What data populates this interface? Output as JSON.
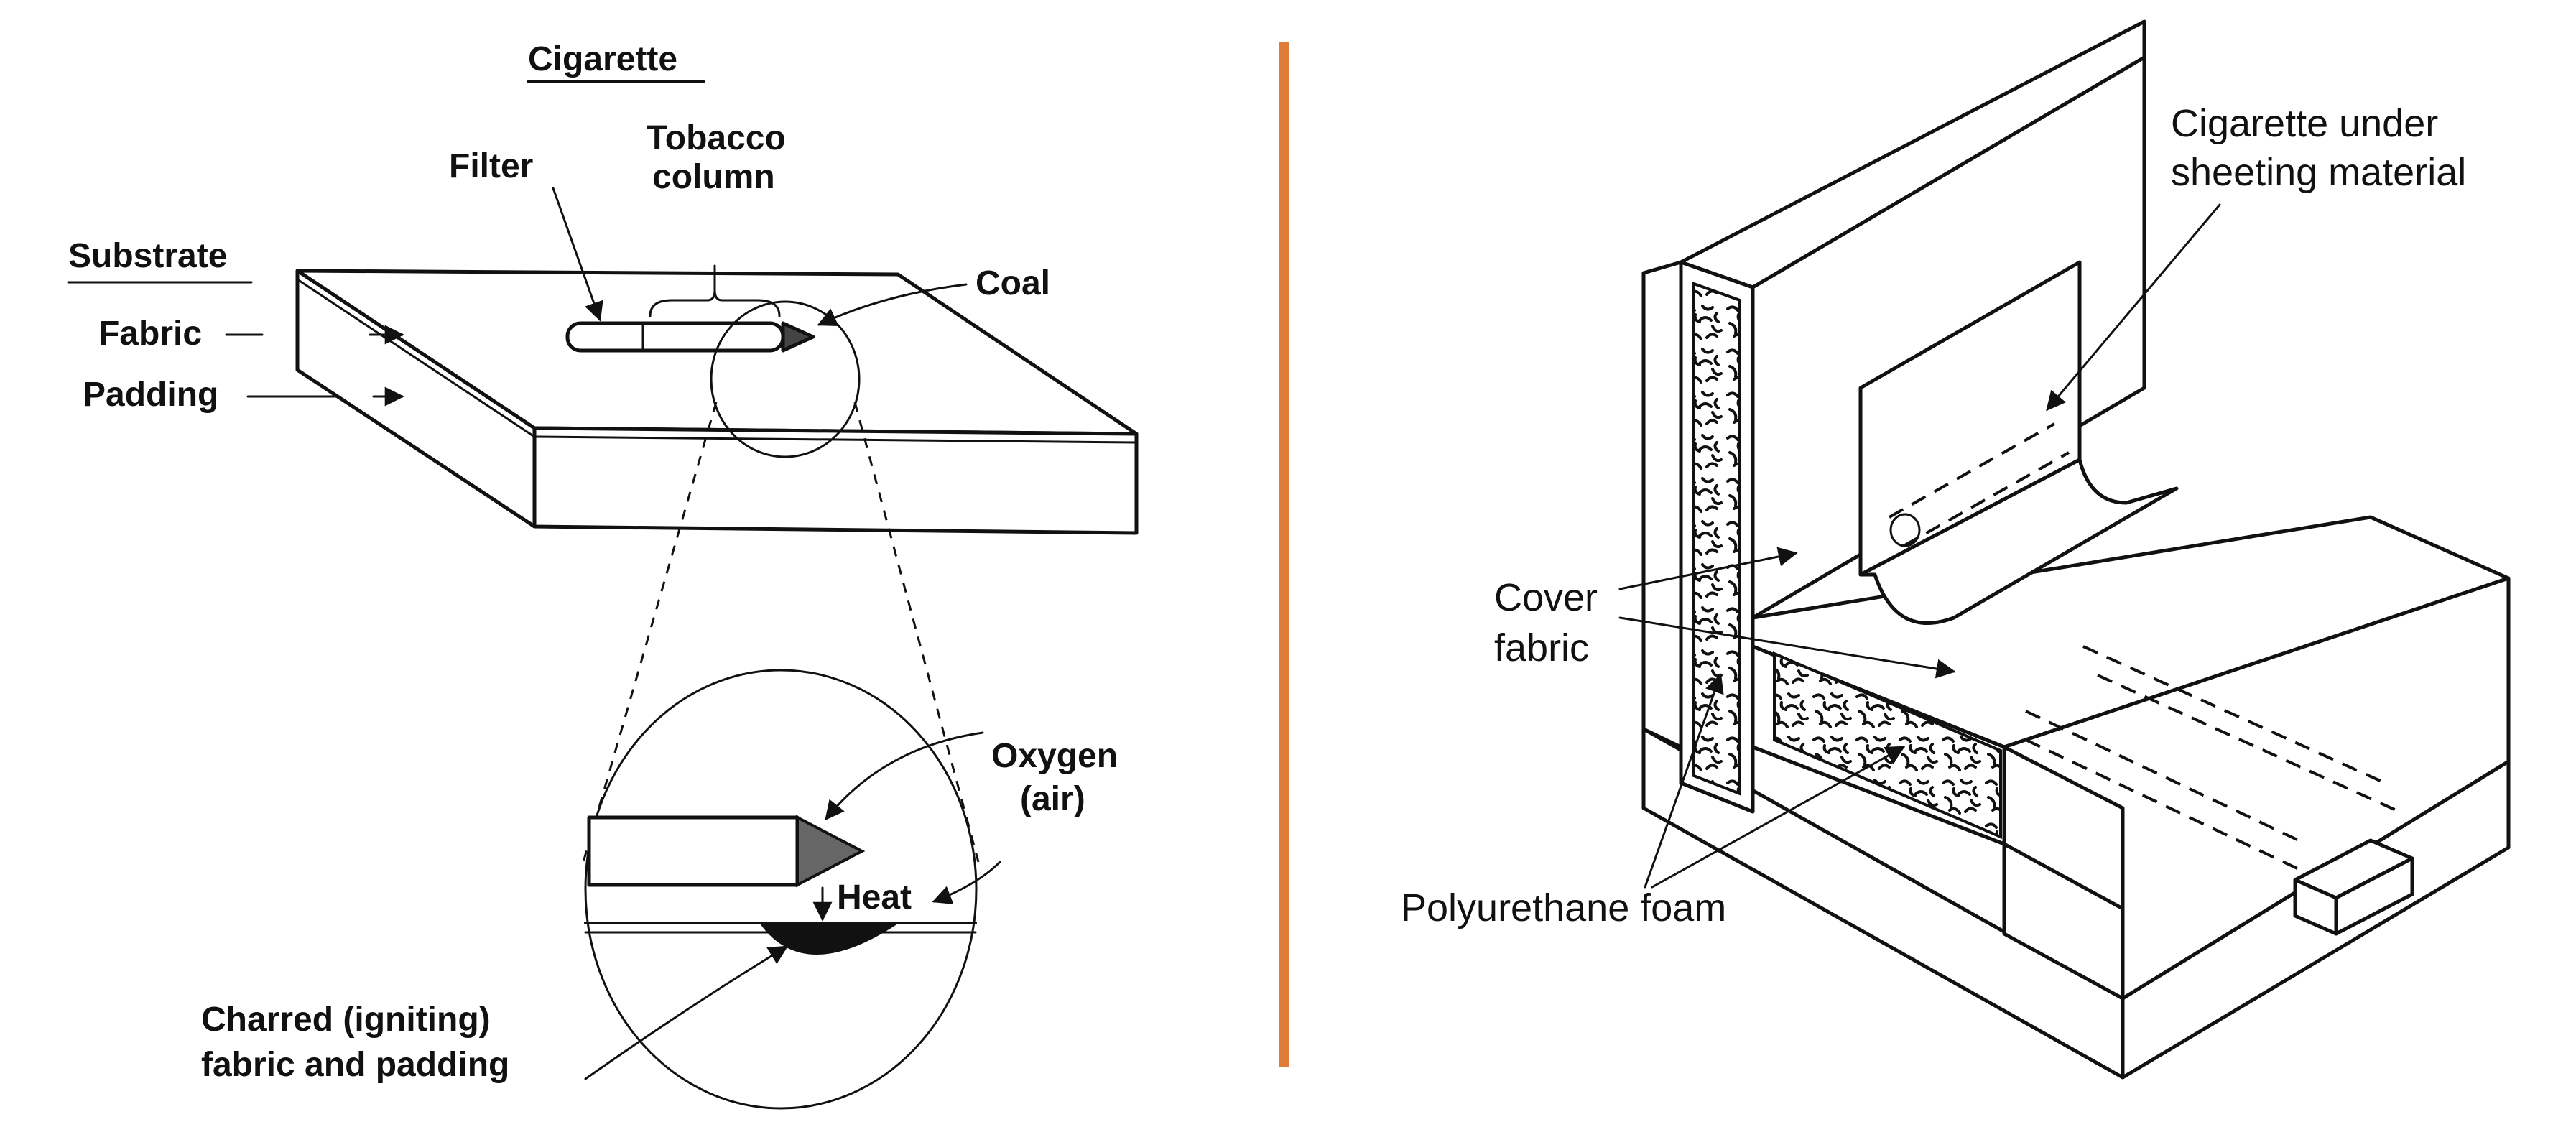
{
  "left_panel": {
    "title": "Cigarette",
    "labels": {
      "filter": "Filter",
      "tobacco_line1": "Tobacco",
      "tobacco_line2": "column",
      "substrate": "Substrate",
      "fabric": "Fabric",
      "padding": "Padding",
      "coal": "Coal",
      "oxygen_line1": "Oxygen",
      "oxygen_line2": "(air)",
      "heat": "Heat",
      "charred_line1": "Charred (igniting)",
      "charred_line2": "fabric and padding"
    }
  },
  "divider": {
    "color": "#e07b39"
  },
  "right_panel": {
    "labels": {
      "cigarette_line1": "Cigarette under",
      "cigarette_line2": "sheeting material",
      "cover_line1": "Cover",
      "cover_line2": "fabric",
      "foam": "Polyurethane foam"
    }
  }
}
